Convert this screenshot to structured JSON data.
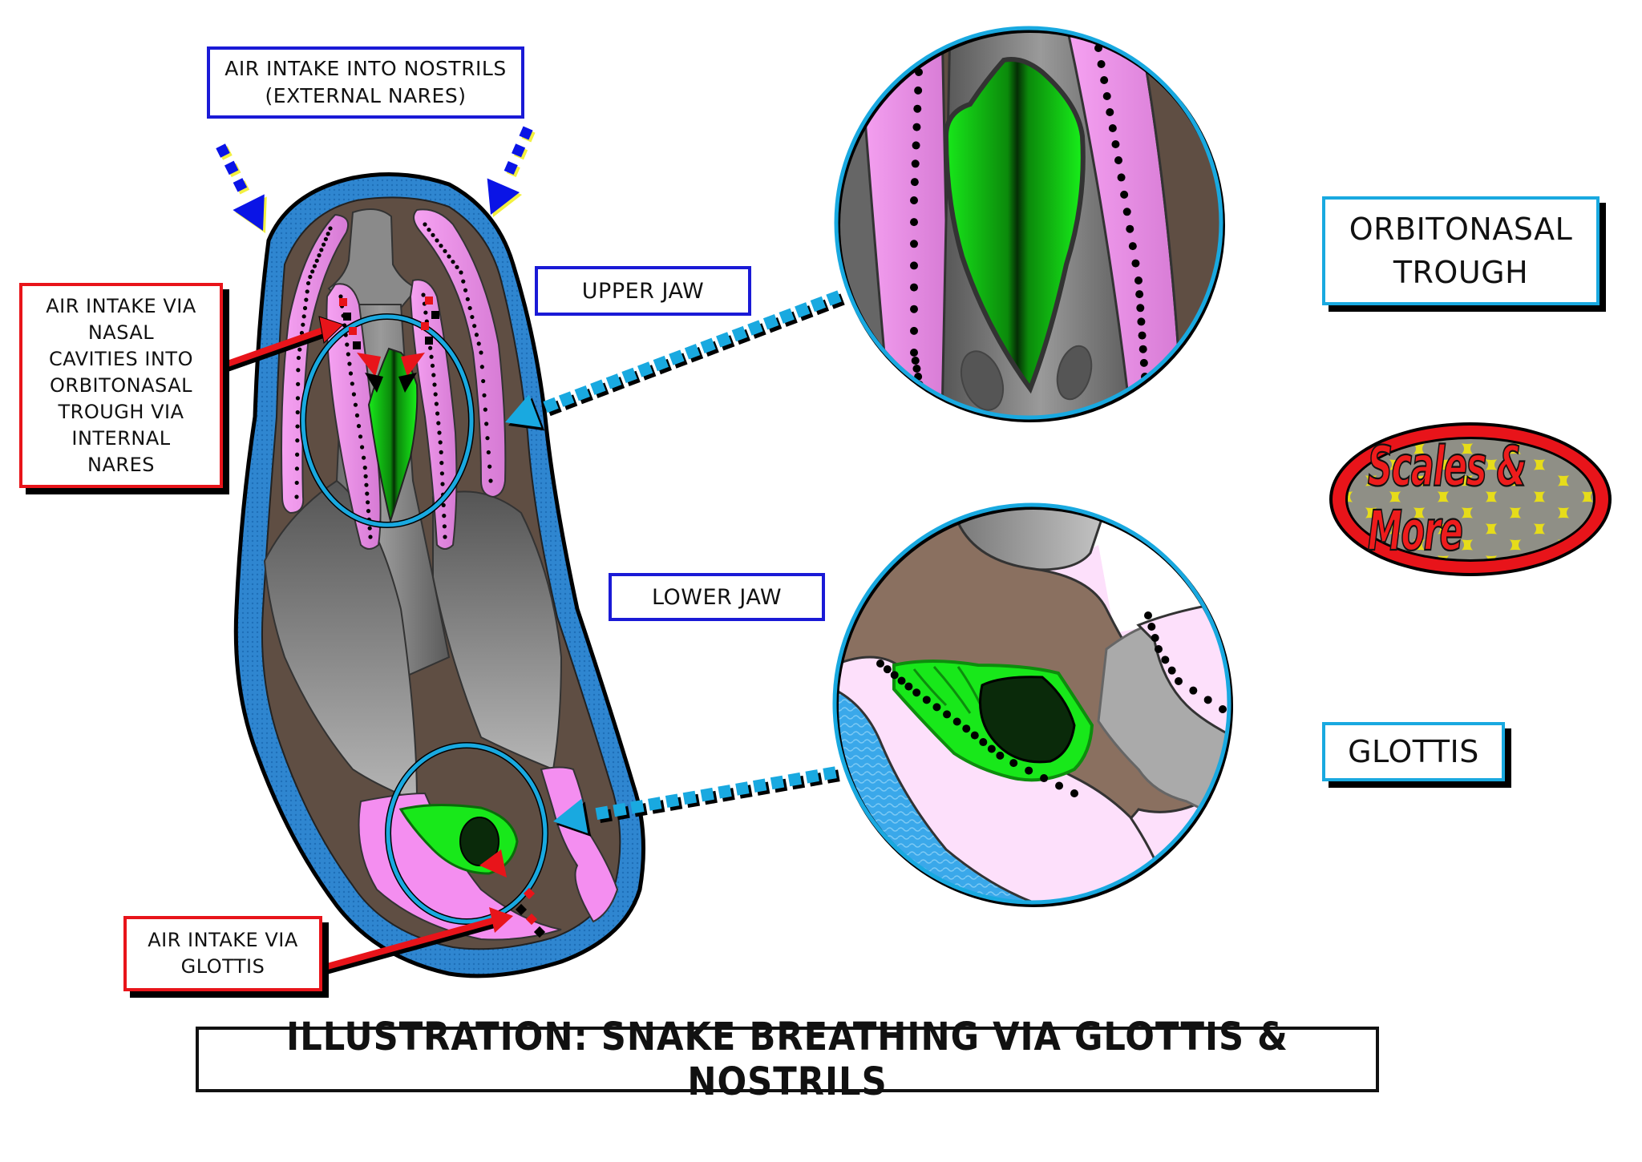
{
  "diagram": {
    "title": "ILLUSTRATION: SNAKE BREATHING VIA GLOTTIS & NOSTRILS",
    "labels": {
      "nostrils": [
        "AIR INTAKE INTO NOSTRILS",
        "(EXTERNAL NARES)"
      ],
      "nasal_cavities": [
        "AIR INTAKE VIA",
        "NASAL",
        "CAVITIES INTO",
        "ORBITONASAL",
        "TROUGH VIA",
        "INTERNAL",
        "NARES"
      ],
      "upper_jaw": "UPPER JAW",
      "lower_jaw": "LOWER JAW",
      "glottis_intake": [
        "AIR INTAKE VIA",
        "GLOTTIS"
      ],
      "orbitonasal_trough": [
        "ORBITONASAL",
        "TROUGH"
      ],
      "glottis": "GLOTTIS"
    },
    "logo": {
      "text": "Scales & More"
    },
    "colors": {
      "skin_blue": "#2f86d0",
      "pink": "#f48ef0",
      "light_pink": "#fde0fb",
      "brown": "#5f4e43",
      "grey": "#7d7d7d",
      "green": "#18e81a",
      "dark_green": "#0a2a0a",
      "callout_cyan": "#19a9e0",
      "arrow_red": "#e8141a",
      "arrow_blue": "#0a14e6",
      "label_navy": "#1a1ad6"
    }
  }
}
